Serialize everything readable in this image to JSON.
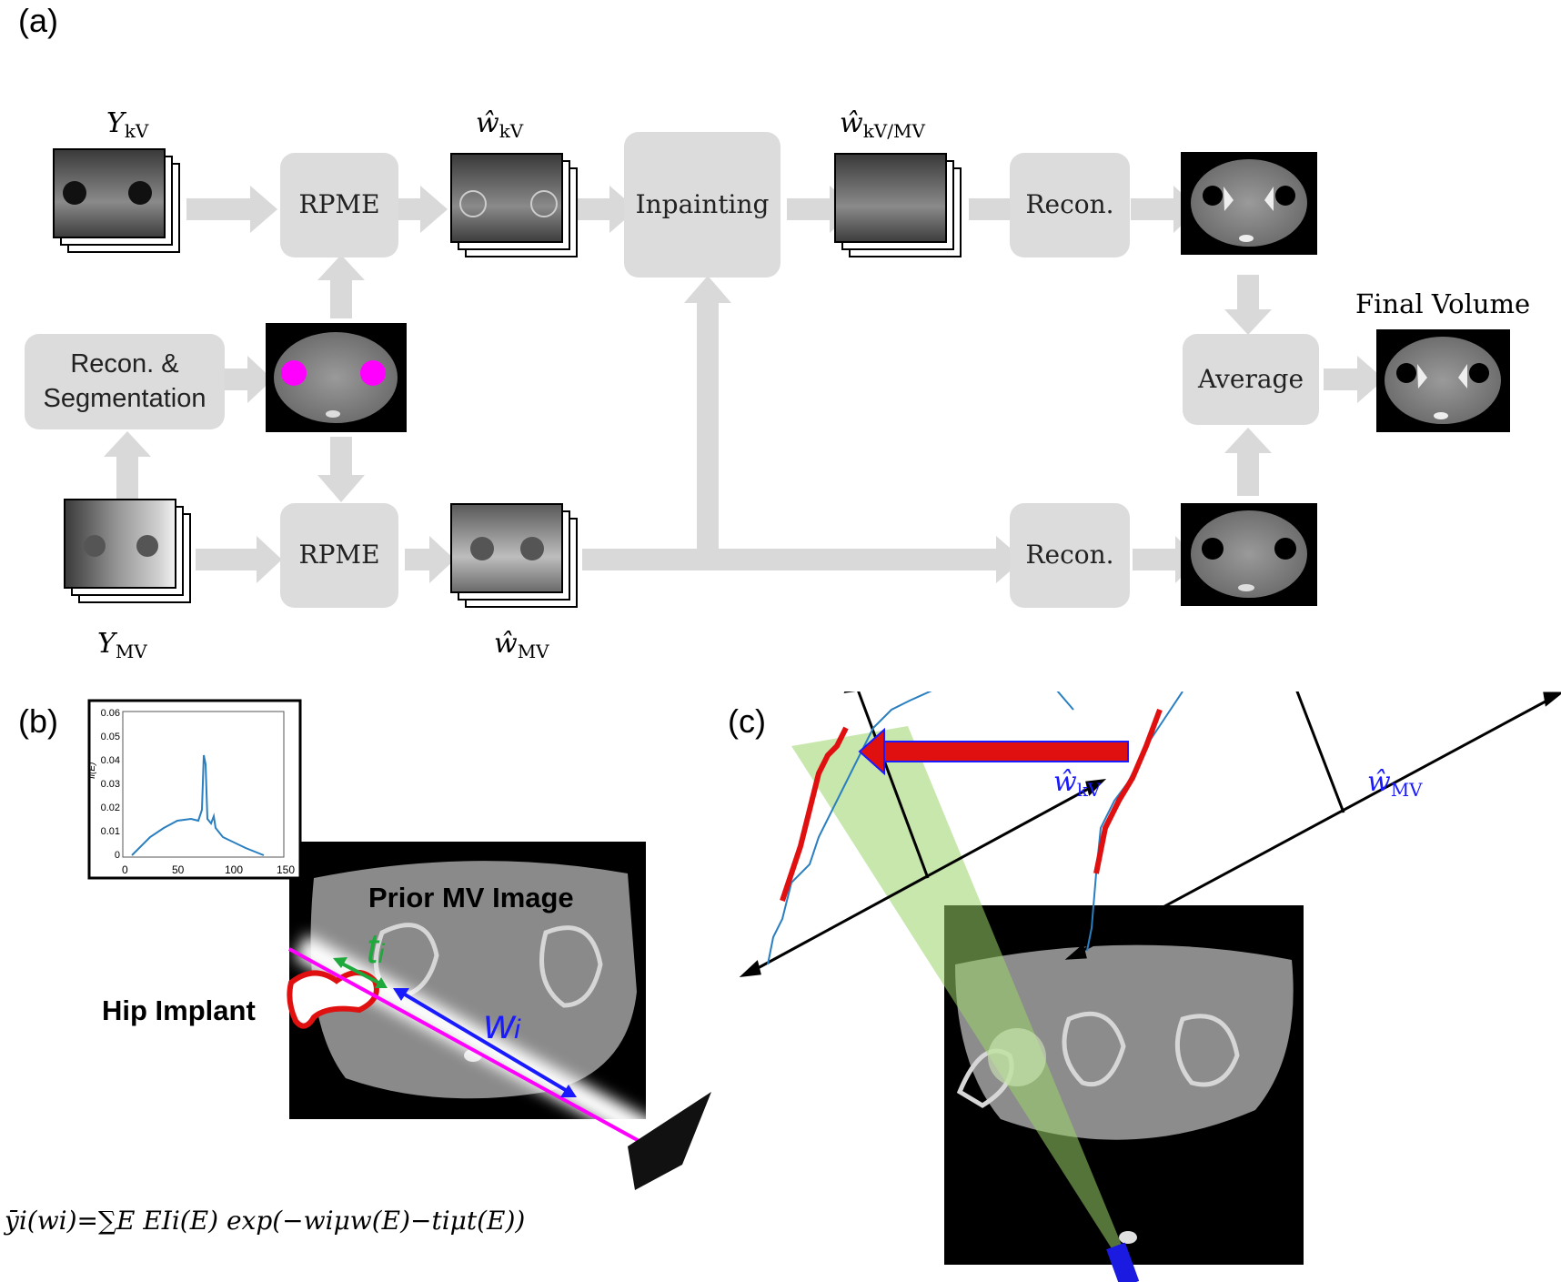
{
  "panels": {
    "a": "(a)",
    "b": "(b)",
    "c": "(c)"
  },
  "pipeline": {
    "y_kv": {
      "base": "Y",
      "sub": "kV"
    },
    "y_mv": {
      "base": "Y",
      "sub": "MV"
    },
    "w_kv": {
      "base": "ŵ",
      "sub": "kV"
    },
    "w_kv_mv": {
      "base": "ŵ",
      "sub": "kV/MV"
    },
    "w_mv": {
      "base": "ŵ",
      "sub": "MV"
    },
    "rpme_top": "RPME",
    "rpme_bottom": "RPME",
    "inpainting": "Inpainting",
    "recon_top": "Recon.",
    "recon_bottom": "Recon.",
    "recon_seg_line1": "Recon. &",
    "recon_seg_line2": "Segmentation",
    "average": "Average",
    "final_volume": "Final Volume"
  },
  "panel_b": {
    "prior_label": "Prior MV Image",
    "hip_label": "Hip Implant",
    "t_label": "t",
    "t_sub": "i",
    "w_label": "w",
    "w_sub": "i",
    "equation": "ȳi(wi)=∑E EIi(E) exp(−wiμw(E)−tiμt(E))",
    "inset_chart": {
      "ylabel": "Ii(E)",
      "xticks": [
        "0",
        "50",
        "100",
        "150"
      ],
      "yticks": [
        "0",
        "0.01",
        "0.02",
        "0.03",
        "0.04",
        "0.05",
        "0.06"
      ]
    }
  },
  "panel_c": {
    "w_kv": {
      "base": "ŵ",
      "sub": "kV"
    },
    "w_mv": {
      "base": "ŵ",
      "sub": "MV"
    }
  },
  "colors": {
    "arrow_gray": "#d9d9d9",
    "box_gray": "#dcdcdc",
    "magenta": "#ff00ff",
    "blue_w": "#1a1aff",
    "green_t": "#1fa83c",
    "red": "#e01010",
    "beam_green": "#9bd36a"
  }
}
